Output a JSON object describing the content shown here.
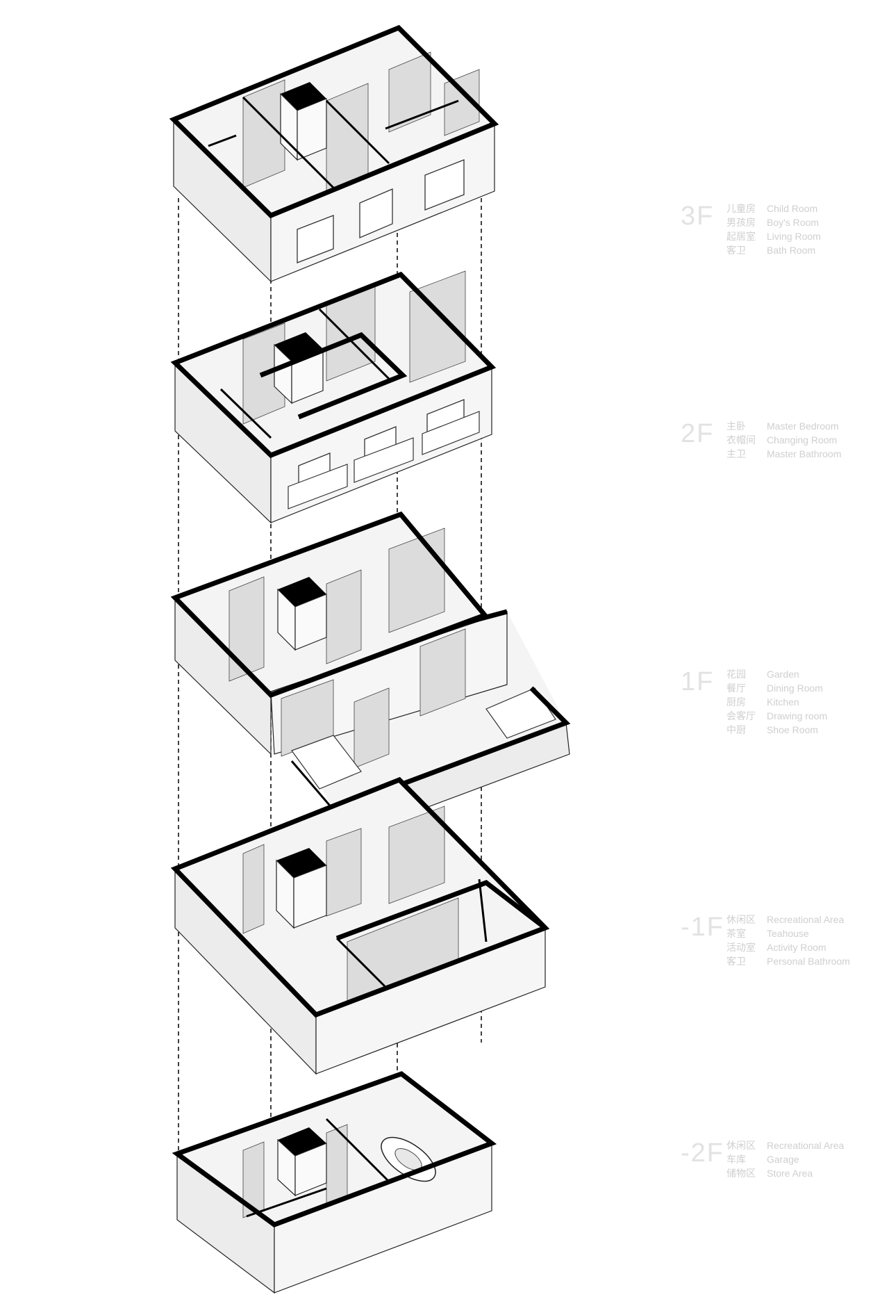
{
  "levels": [
    {
      "level": "3F",
      "rooms": [
        {
          "cn": "儿童房",
          "en": "Child Room"
        },
        {
          "cn": "男孩房",
          "en": "Boy's Room"
        },
        {
          "cn": "起居室",
          "en": "Living Room"
        },
        {
          "cn": "客卫",
          "en": "Bath Room"
        }
      ]
    },
    {
      "level": "2F",
      "rooms": [
        {
          "cn": "主卧",
          "en": "Master Bedroom"
        },
        {
          "cn": "衣帽间",
          "en": "Changing Room"
        },
        {
          "cn": "主卫",
          "en": "Master Bathroom"
        }
      ]
    },
    {
      "level": "1F",
      "rooms": [
        {
          "cn": "花园",
          "en": "Garden"
        },
        {
          "cn": "餐厅",
          "en": "Dining Room"
        },
        {
          "cn": "厨房",
          "en": "Kitchen"
        },
        {
          "cn": "会客厅",
          "en": "Drawing room"
        },
        {
          "cn": "中厨",
          "en": "Shoe Room"
        }
      ]
    },
    {
      "level": "-1F",
      "rooms": [
        {
          "cn": "休闲区",
          "en": "Recreational Area"
        },
        {
          "cn": "茶室",
          "en": "Teahouse"
        },
        {
          "cn": "活动室",
          "en": "Activity Room"
        },
        {
          "cn": "客卫",
          "en": "Personal Bathroom"
        }
      ]
    },
    {
      "level": "-2F",
      "rooms": [
        {
          "cn": "休闲区",
          "en": "Recreational Area"
        },
        {
          "cn": "车库",
          "en": "Garage"
        },
        {
          "cn": "储物区",
          "en": "Store Area"
        }
      ]
    }
  ]
}
